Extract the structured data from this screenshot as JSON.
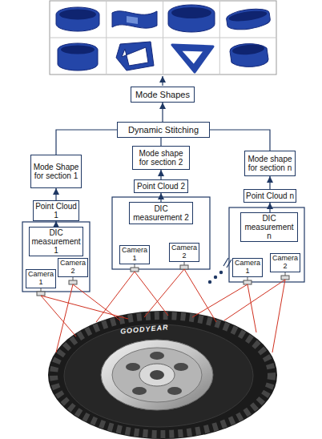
{
  "diagram": {
    "nodes": [
      {
        "text": [
          "Mode Shapes"
        ]
      },
      {
        "text": [
          "Dynamic Stitching"
        ]
      },
      {
        "text": [
          "Mode Shape for section 1"
        ]
      },
      {
        "text": [
          "Point Cloud 1"
        ]
      },
      {
        "text": [
          "DIC measurement 1"
        ]
      },
      {
        "text": [
          "Camera 1"
        ]
      },
      {
        "text": [
          "Camera 2"
        ]
      },
      {
        "text": [
          "Mode shape for section 2"
        ]
      },
      {
        "text": [
          "Point Cloud 2"
        ]
      },
      {
        "text": [
          "DIC measurement 2"
        ]
      },
      {
        "text": [
          "Camera 1"
        ]
      },
      {
        "text": [
          "Camera 2"
        ]
      },
      {
        "text": [
          "Mode shape for section n"
        ]
      },
      {
        "text": [
          "Point Cloud n"
        ]
      },
      {
        "text": [
          "DIC measurement n"
        ]
      },
      {
        "text": [
          "Camera 1"
        ]
      },
      {
        "text": [
          "Camera 2"
        ]
      }
    ],
    "edges": [
      {
        "from": 1,
        "to": 0,
        "arrow": "to"
      },
      {
        "from": 1,
        "to": 2,
        "arrow": "none"
      },
      {
        "from": 1,
        "to": 7,
        "arrow": "none"
      },
      {
        "from": 1,
        "to": 12,
        "arrow": "none"
      },
      {
        "from": 3,
        "to": 2,
        "arrow": "to"
      },
      {
        "from": 4,
        "to": 3,
        "arrow": "to"
      },
      {
        "from": 8,
        "to": 7,
        "arrow": "to"
      },
      {
        "from": 9,
        "to": 8,
        "arrow": "to"
      },
      {
        "from": 13,
        "to": 12,
        "arrow": "to"
      },
      {
        "from": 14,
        "to": 13,
        "arrow": "to"
      }
    ],
    "labels": [
      "GOODYEAR"
    ]
  }
}
